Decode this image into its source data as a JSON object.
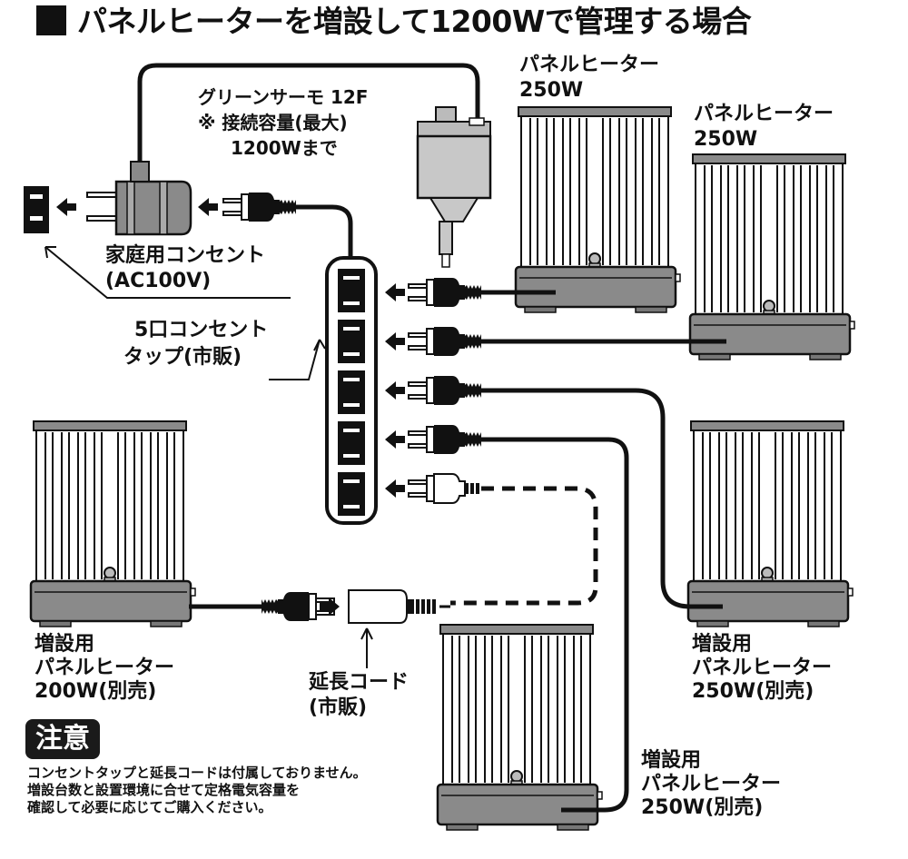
{
  "title": "パネルヒーターを増設して1200Wで管理する場合",
  "labels": {
    "thermostat": [
      "グリーンサーモ 12F",
      "※ 接続容量(最大)",
      "1200Wまで"
    ],
    "outlet": [
      "家庭用コンセント",
      "(AC100V)"
    ],
    "power_strip": [
      "5口コンセント",
      "タップ(市販)"
    ],
    "heater_top1": [
      "パネルヒーター",
      "250W"
    ],
    "heater_top2": [
      "パネルヒーター",
      "250W"
    ],
    "heater_add_left": [
      "増設用",
      "パネルヒーター",
      "200W(別売)"
    ],
    "heater_add_right": [
      "増設用",
      "パネルヒーター",
      "250W(別売)"
    ],
    "heater_add_bottom": [
      "増設用",
      "パネルヒーター",
      "250W(別売)"
    ],
    "extension_cord": [
      "延長コード",
      "(市販)"
    ]
  },
  "caution": {
    "badge": "注意",
    "lines": [
      "コンセントタップと延長コードは付属しておりません。",
      "増設台数と設置環境に合せて定格電気容量を",
      "確認して必要に応じてご購入ください。"
    ]
  },
  "colors": {
    "ink": "#111111",
    "device_gray": "#8a8a8a",
    "device_light": "#c8c8c8",
    "badge_bg": "#1a1a1a"
  }
}
